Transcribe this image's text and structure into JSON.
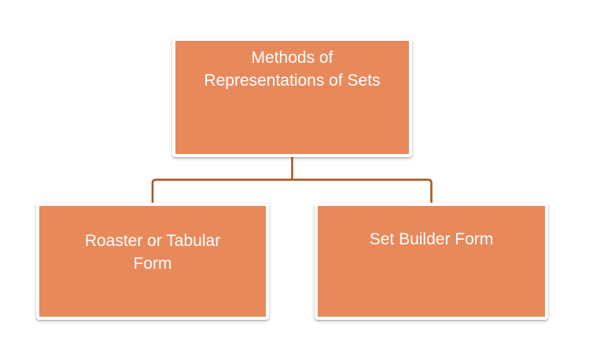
{
  "diagram": {
    "type": "hierarchy",
    "nodes": {
      "root": {
        "label": "Methods of\nRepresentations of Sets"
      },
      "left": {
        "label": "Roaster or Tabular\nForm"
      },
      "right": {
        "label": "Set Builder Form"
      }
    },
    "edges": [
      {
        "from": "root",
        "to": "left"
      },
      {
        "from": "root",
        "to": "right"
      }
    ]
  },
  "colors": {
    "node_fill": "#E8895C",
    "node_border": "#FFFFFF",
    "connector": "#A85A28",
    "text": "#FFFFFF",
    "background": "#FFFFFF"
  }
}
